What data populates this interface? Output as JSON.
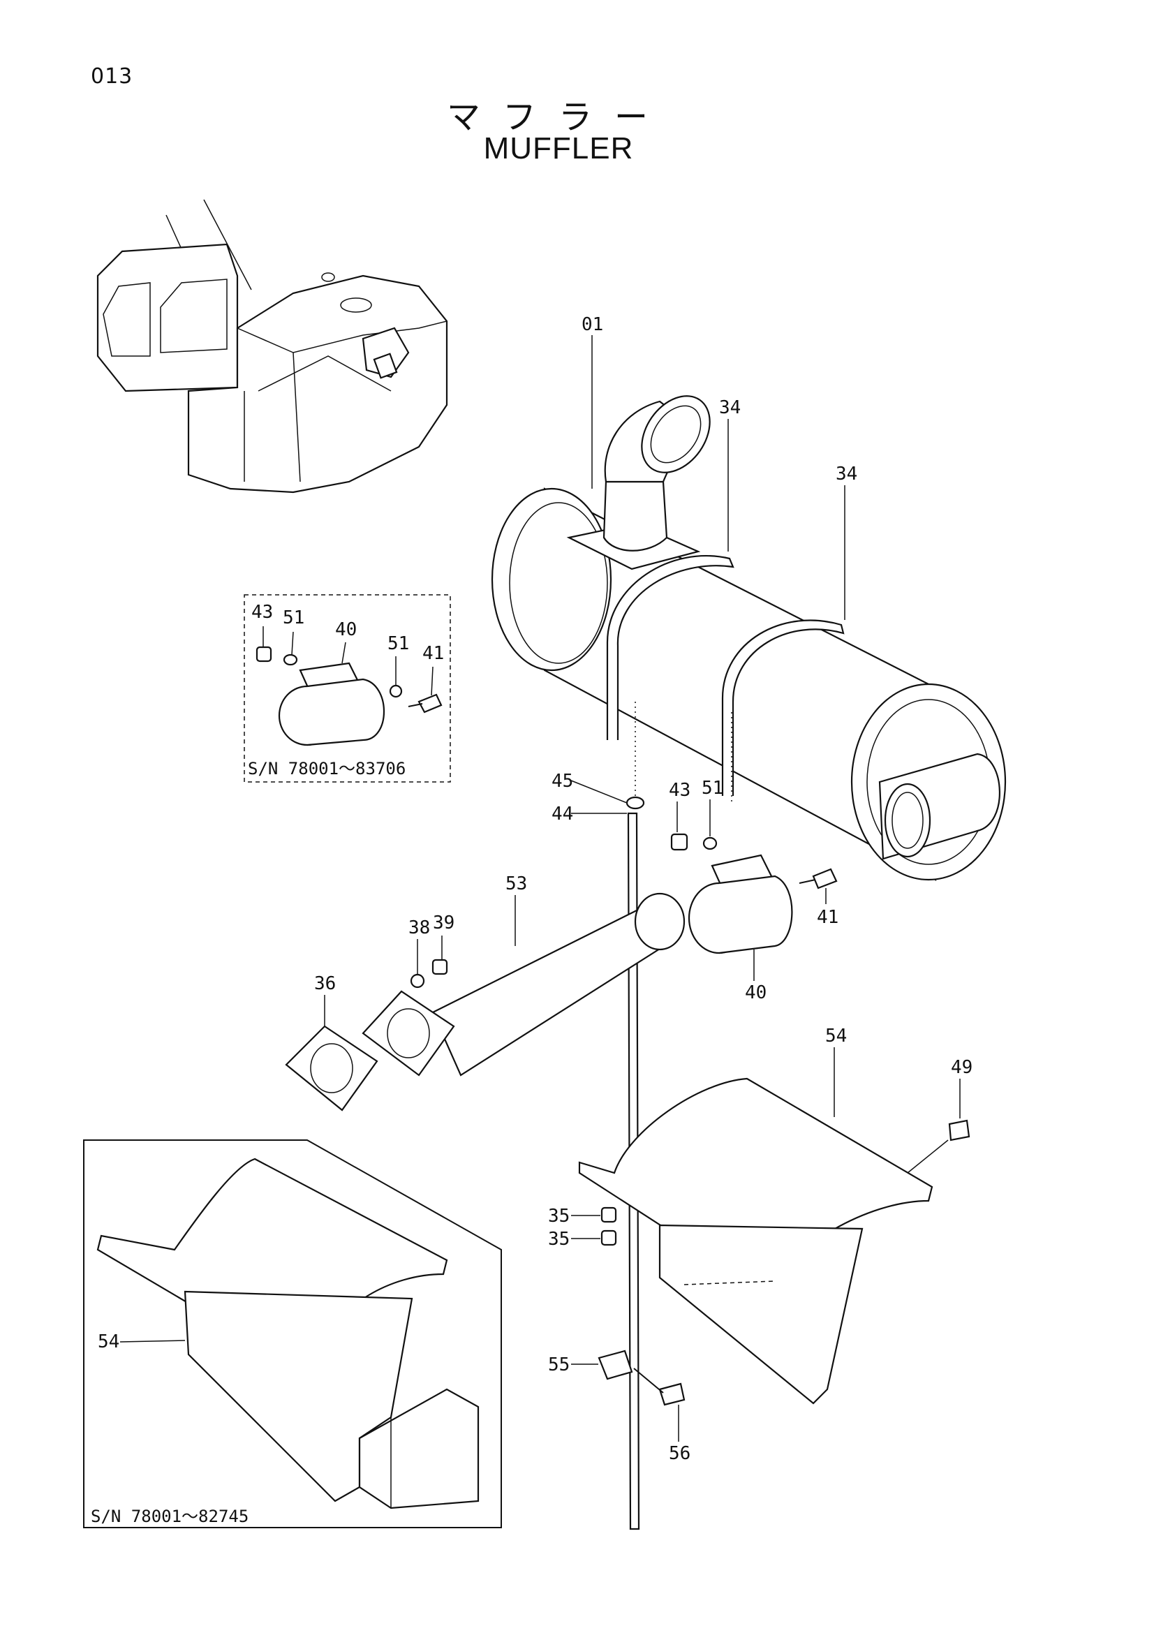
{
  "page_number": "013",
  "title_jp": "マフラー",
  "title_en": "MUFFLER",
  "callouts": {
    "muffler": "01",
    "band_a": "34",
    "band_b": "34",
    "washer_38": "38",
    "nut_39": "39",
    "gasket": "36",
    "pipe": "53",
    "clamp": "40",
    "bolt_41": "41",
    "nut_43": "43",
    "washer_51": "51",
    "washer_45": "45",
    "rod": "44",
    "bracket": "54",
    "bolt_49": "49",
    "nut_35a": "35",
    "nut_35b": "35",
    "clip": "55",
    "bolt_56": "56"
  },
  "inset_clamp": {
    "nut_43": "43",
    "washer_51a": "51",
    "clamp_40": "40",
    "washer_51b": "51",
    "bolt_41": "41",
    "serial": "S/N  78001～83706"
  },
  "inset_bracket": {
    "bracket_54": "54",
    "serial": "S/N  78001～82745"
  }
}
